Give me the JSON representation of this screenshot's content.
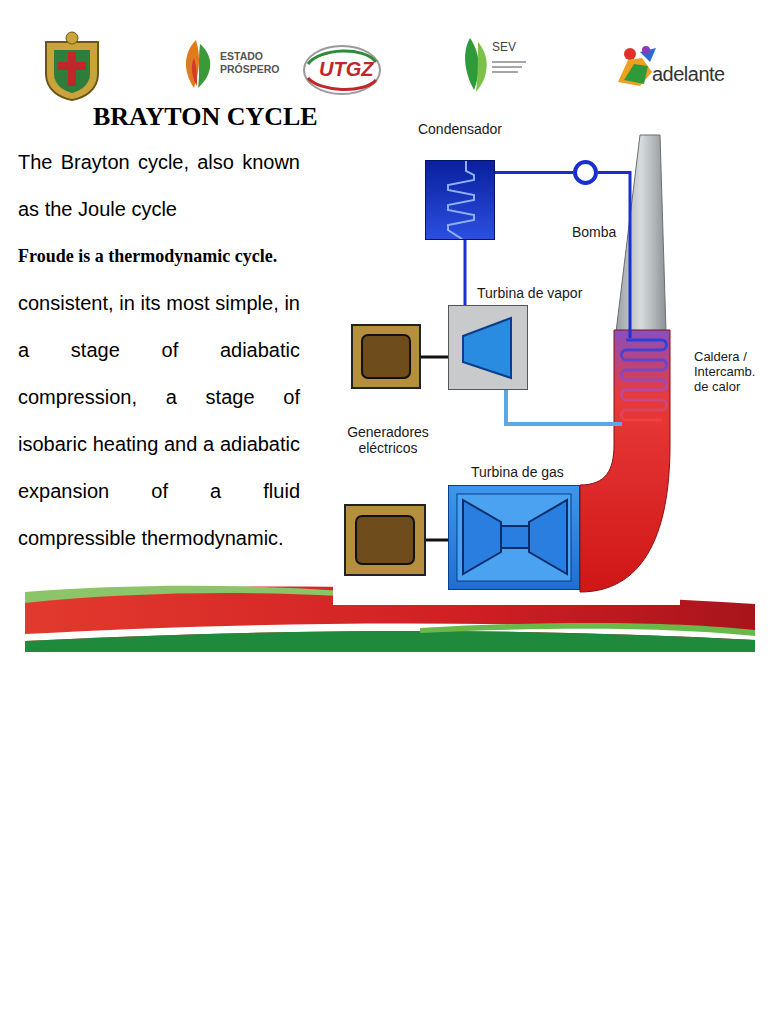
{
  "diagram": {
    "title": "BRAYTON CYCLE",
    "nodes": [
      {
        "text": [
          "Condensador"
        ]
      },
      {
        "text": [
          "Bomba"
        ]
      },
      {
        "text": [
          "Turbina de vapor"
        ]
      },
      {
        "text": [
          "Caldera / Intercamb. de calor"
        ]
      },
      {
        "text": [
          "Turbina de gas"
        ]
      }
    ],
    "edges": [
      {
        "from": 0,
        "to": 1,
        "arrow": "none"
      },
      {
        "from": 1,
        "to": 3,
        "arrow": "none"
      },
      {
        "from": 3,
        "to": 2,
        "arrow": "none"
      },
      {
        "from": 2,
        "to": 0,
        "arrow": "none"
      }
    ],
    "labels": [
      "ESTADO PRÓSPERO",
      "UTGZ",
      "SEV",
      "adelante",
      "The Brayton cycle, also known as the Joule cycle",
      "Froude is a thermodynamic cycle.",
      "consistent, in its most simple, in a stage of adiabatic compression, a stage of isobaric heating and a adiabatic expansion of a fluid compressible thermodynamic.",
      "Generadores eléctricos"
    ]
  }
}
